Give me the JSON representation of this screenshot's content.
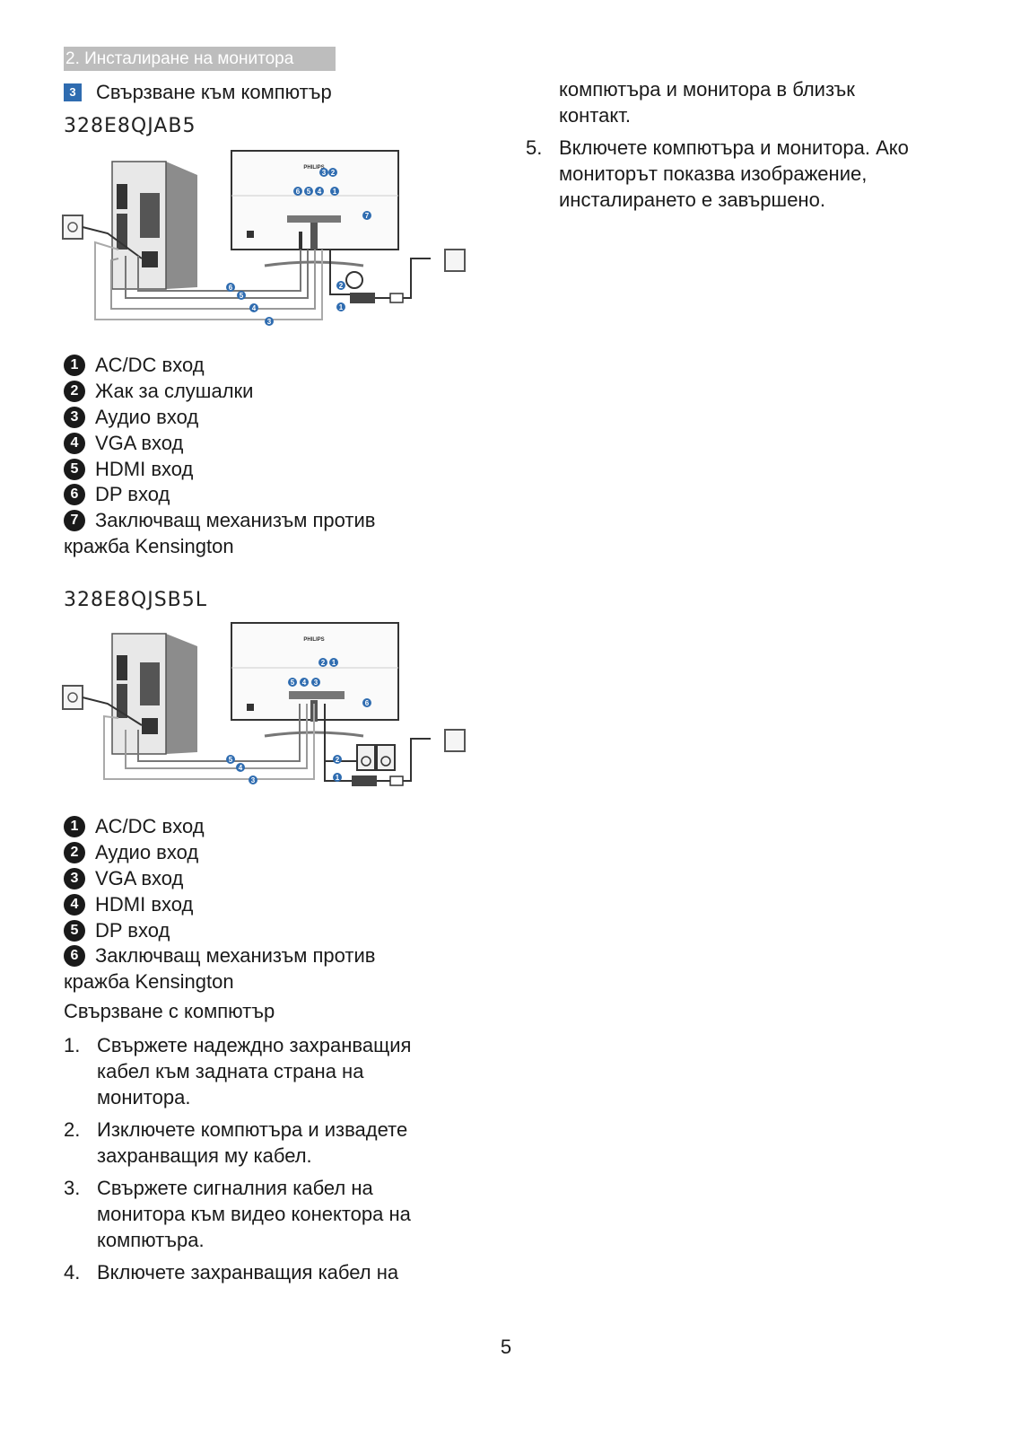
{
  "header": {
    "section_tab": "2. Инсталиране на монитора"
  },
  "section": {
    "number": "3",
    "title": "Свързване към компютър"
  },
  "model1": {
    "name": "328E8QJAB5",
    "diagram": {
      "brand": "PHILIPS"
    },
    "legend": [
      {
        "num": "1",
        "text": "AC/DC вход"
      },
      {
        "num": "2",
        "text": "Жак за слушалки"
      },
      {
        "num": "3",
        "text": "Аудио вход"
      },
      {
        "num": "4",
        "text": "VGA вход"
      },
      {
        "num": "5",
        "text": "HDMI вход"
      },
      {
        "num": "6",
        "text": "DP вход"
      },
      {
        "num": "7",
        "text": "Заключващ механизъм против"
      }
    ],
    "legend_cont": "кражба Kensington"
  },
  "model2": {
    "name": "328E8QJSB5L",
    "diagram": {
      "brand": "PHILIPS"
    },
    "legend": [
      {
        "num": "1",
        "text": "AC/DC вход"
      },
      {
        "num": "2",
        "text": "Аудио вход"
      },
      {
        "num": "3",
        "text": "VGA вход"
      },
      {
        "num": "4",
        "text": "HDMI вход"
      },
      {
        "num": "5",
        "text": "DP вход"
      },
      {
        "num": "6",
        "text": "Заключващ механизъм против"
      }
    ],
    "legend_cont": "кражба Kensington"
  },
  "connect": {
    "heading": "Свързване с компютър",
    "steps": [
      {
        "n": "1.",
        "text": "Свържете надеждно захранващия кабел към задната страна на монитора."
      },
      {
        "n": "2.",
        "text": "Изключете компютъра и извадете захранващия му кабел."
      },
      {
        "n": "3.",
        "text": "Свържете сигналния кабел на монитора към видео конектора на компютъра."
      },
      {
        "n": "4.",
        "text": "Включете захранващия кабел на"
      }
    ],
    "step4_cont": "компютъра и монитора в близък контакт.",
    "step5": {
      "n": "5.",
      "text": "Включете компютъра и монитора. Ако мониторът показва изображение, инсталирането е завършено."
    }
  },
  "page_number": "5"
}
